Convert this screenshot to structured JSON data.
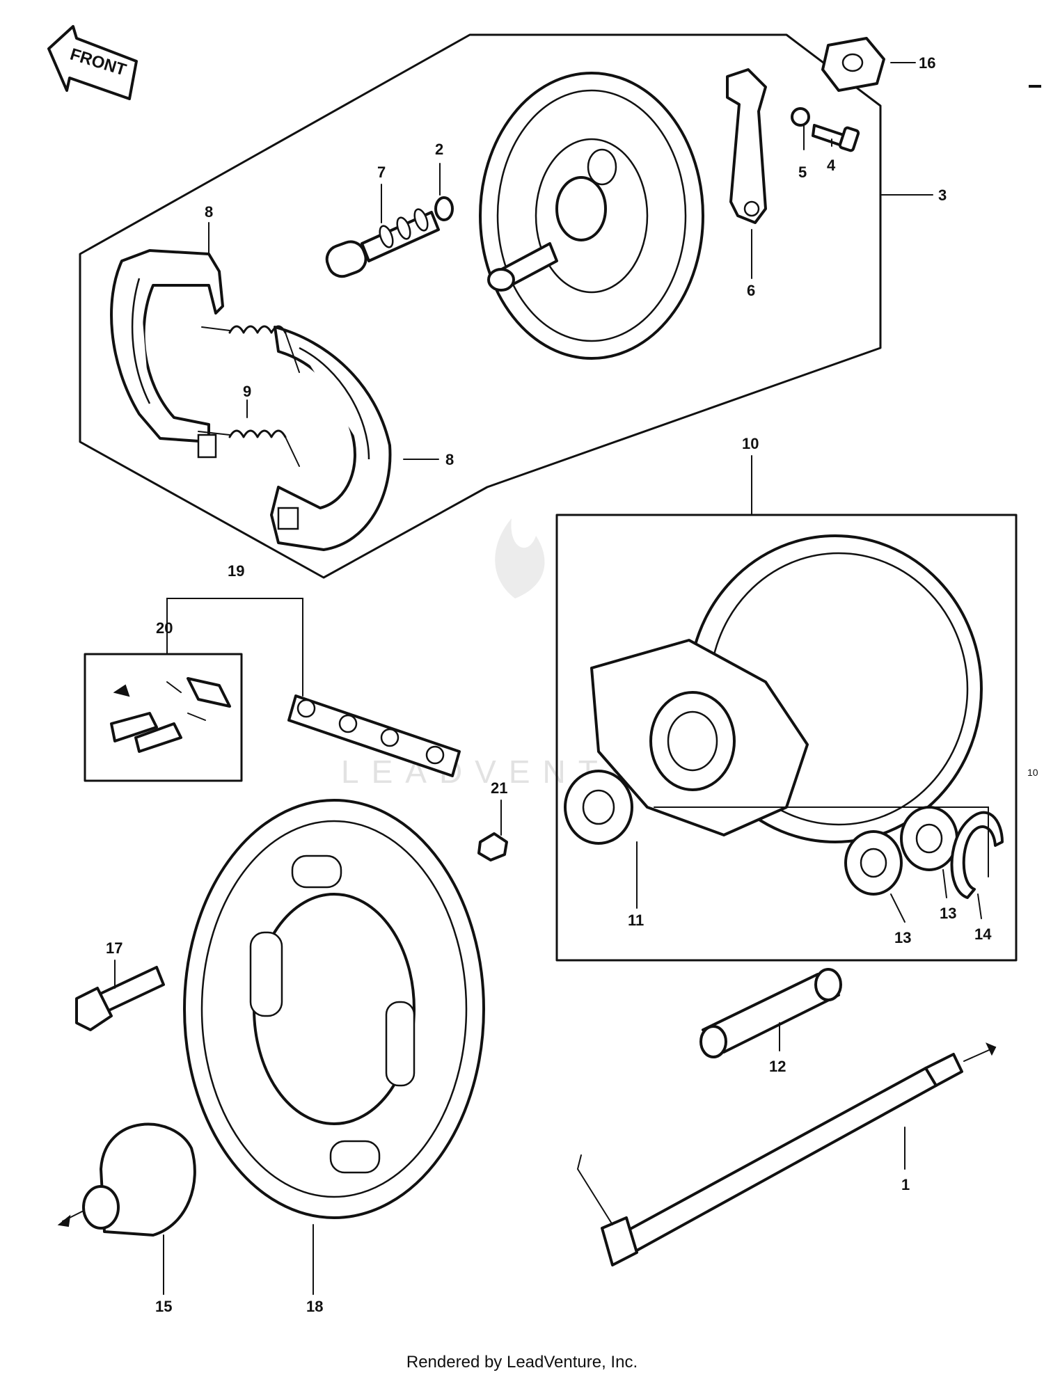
{
  "front_label": "FRONT",
  "watermark": "LEADVENTURE",
  "footer": "Rendered by LeadVenture, Inc.",
  "page_marker": "10",
  "callouts": {
    "c1": "1",
    "c2": "2",
    "c3": "3",
    "c4": "4",
    "c5": "5",
    "c6": "6",
    "c7": "7",
    "c8a": "8",
    "c8b": "8",
    "c9": "9",
    "c10": "10",
    "c11": "11",
    "c12": "12",
    "c13a": "13",
    "c13b": "13",
    "c14": "14",
    "c15": "15",
    "c16": "16",
    "c17": "17",
    "c18": "18",
    "c19": "19",
    "c20": "20",
    "c21": "21"
  },
  "colors": {
    "ink": "#111111",
    "paper": "#ffffff",
    "watermark": "#e2e2e2"
  }
}
